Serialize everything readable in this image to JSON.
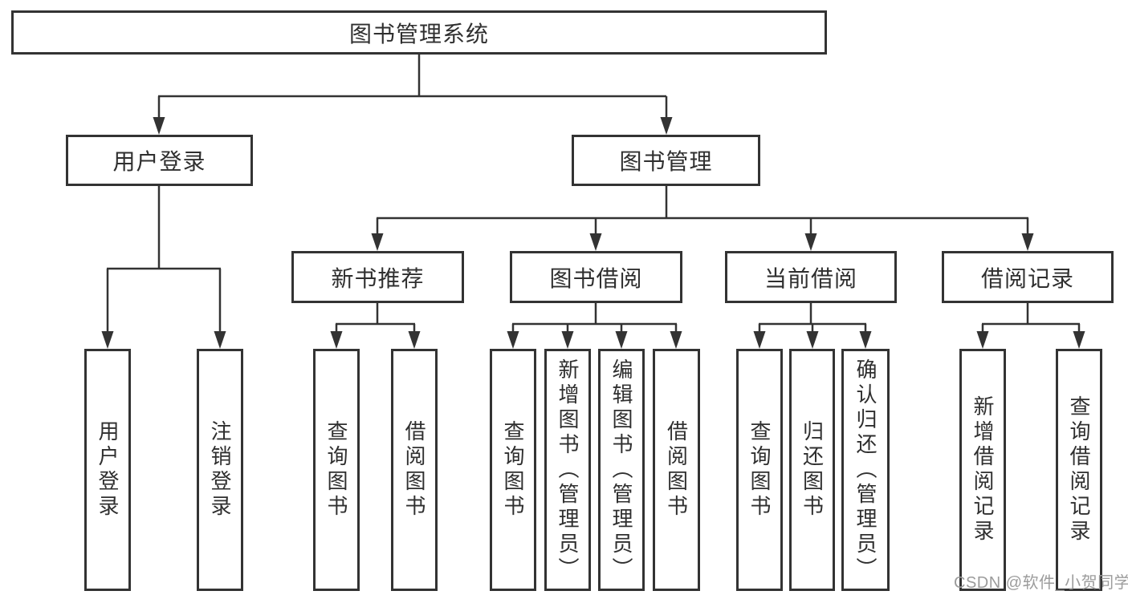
{
  "diagram": {
    "root": {
      "label": "图书管理系统"
    },
    "branches": [
      {
        "label": "用户登录",
        "children": [
          {
            "label": "用户登录"
          },
          {
            "label": "注销登录"
          }
        ]
      },
      {
        "label": "图书管理",
        "children": [
          {
            "label": "新书推荐",
            "children": [
              {
                "label": "查询图书"
              },
              {
                "label": "借阅图书"
              }
            ]
          },
          {
            "label": "图书借阅",
            "children": [
              {
                "label": "查询图书"
              },
              {
                "label": "新增图书（管理员）"
              },
              {
                "label": "编辑图书（管理员）"
              },
              {
                "label": "借阅图书"
              }
            ]
          },
          {
            "label": "当前借阅",
            "children": [
              {
                "label": "查询图书"
              },
              {
                "label": "归还图书"
              },
              {
                "label": "确认归还（管理员）"
              }
            ]
          },
          {
            "label": "借阅记录",
            "children": [
              {
                "label": "新增借阅记录"
              },
              {
                "label": "查询借阅记录"
              }
            ]
          }
        ]
      }
    ],
    "watermark": "CSDN @软件_小贺同学",
    "colors": {
      "line": "#333333",
      "box_border": "#333333",
      "box_bg": "#ffffff",
      "text": "#2f2f2f",
      "watermark": "#9c9c9c",
      "background": "#ffffff"
    }
  }
}
